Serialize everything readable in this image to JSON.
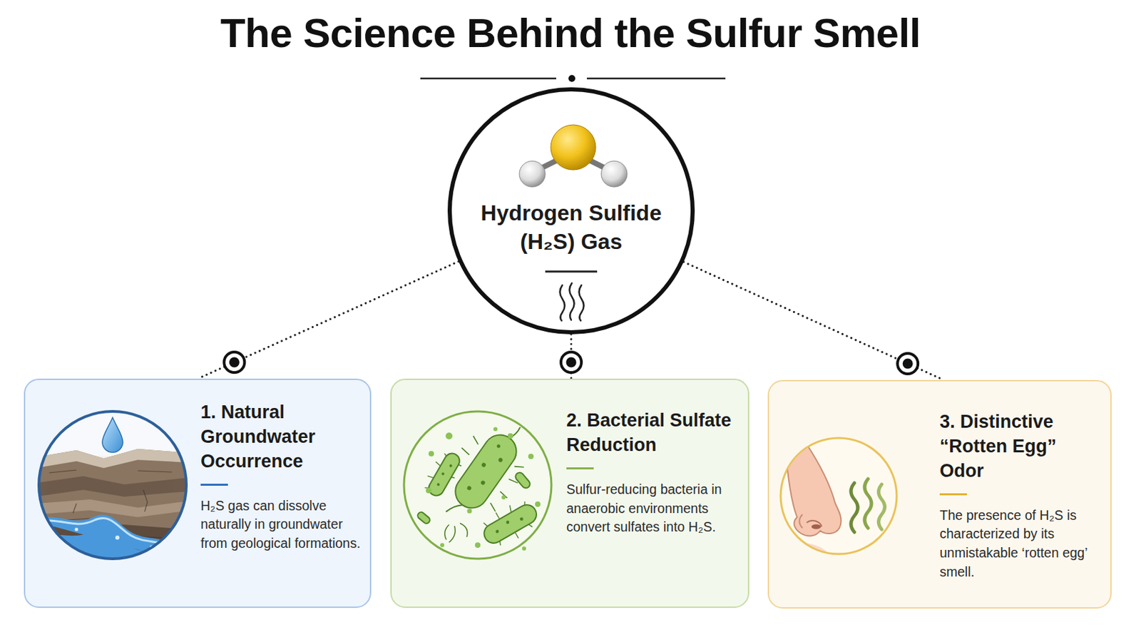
{
  "diagram": {
    "title": "The Science Behind the Sulfur Smell",
    "nodes": [
      {
        "text": [
          "Hydrogen Sulfide (H₂S) Gas"
        ]
      },
      {
        "text": [
          "1. Natural Groundwater Occurrence",
          "H₂S gas can dissolve naturally in groundwater from geological formations."
        ]
      },
      {
        "text": [
          "2. Bacterial Sulfate Reduction",
          "Sulfur-reducing bacteria in anaerobic environments convert sulfates into H₂S."
        ]
      },
      {
        "text": [
          "3. Distinctive “Rotten Egg” Odor",
          "The presence of H₂S is characterized by its unmistakable ‘rotten egg’ smell."
        ]
      }
    ],
    "edges": [
      {
        "from": 0,
        "to": 1,
        "arrow": "none"
      },
      {
        "from": 0,
        "to": 2,
        "arrow": "none"
      },
      {
        "from": 0,
        "to": 3,
        "arrow": "none"
      }
    ]
  }
}
